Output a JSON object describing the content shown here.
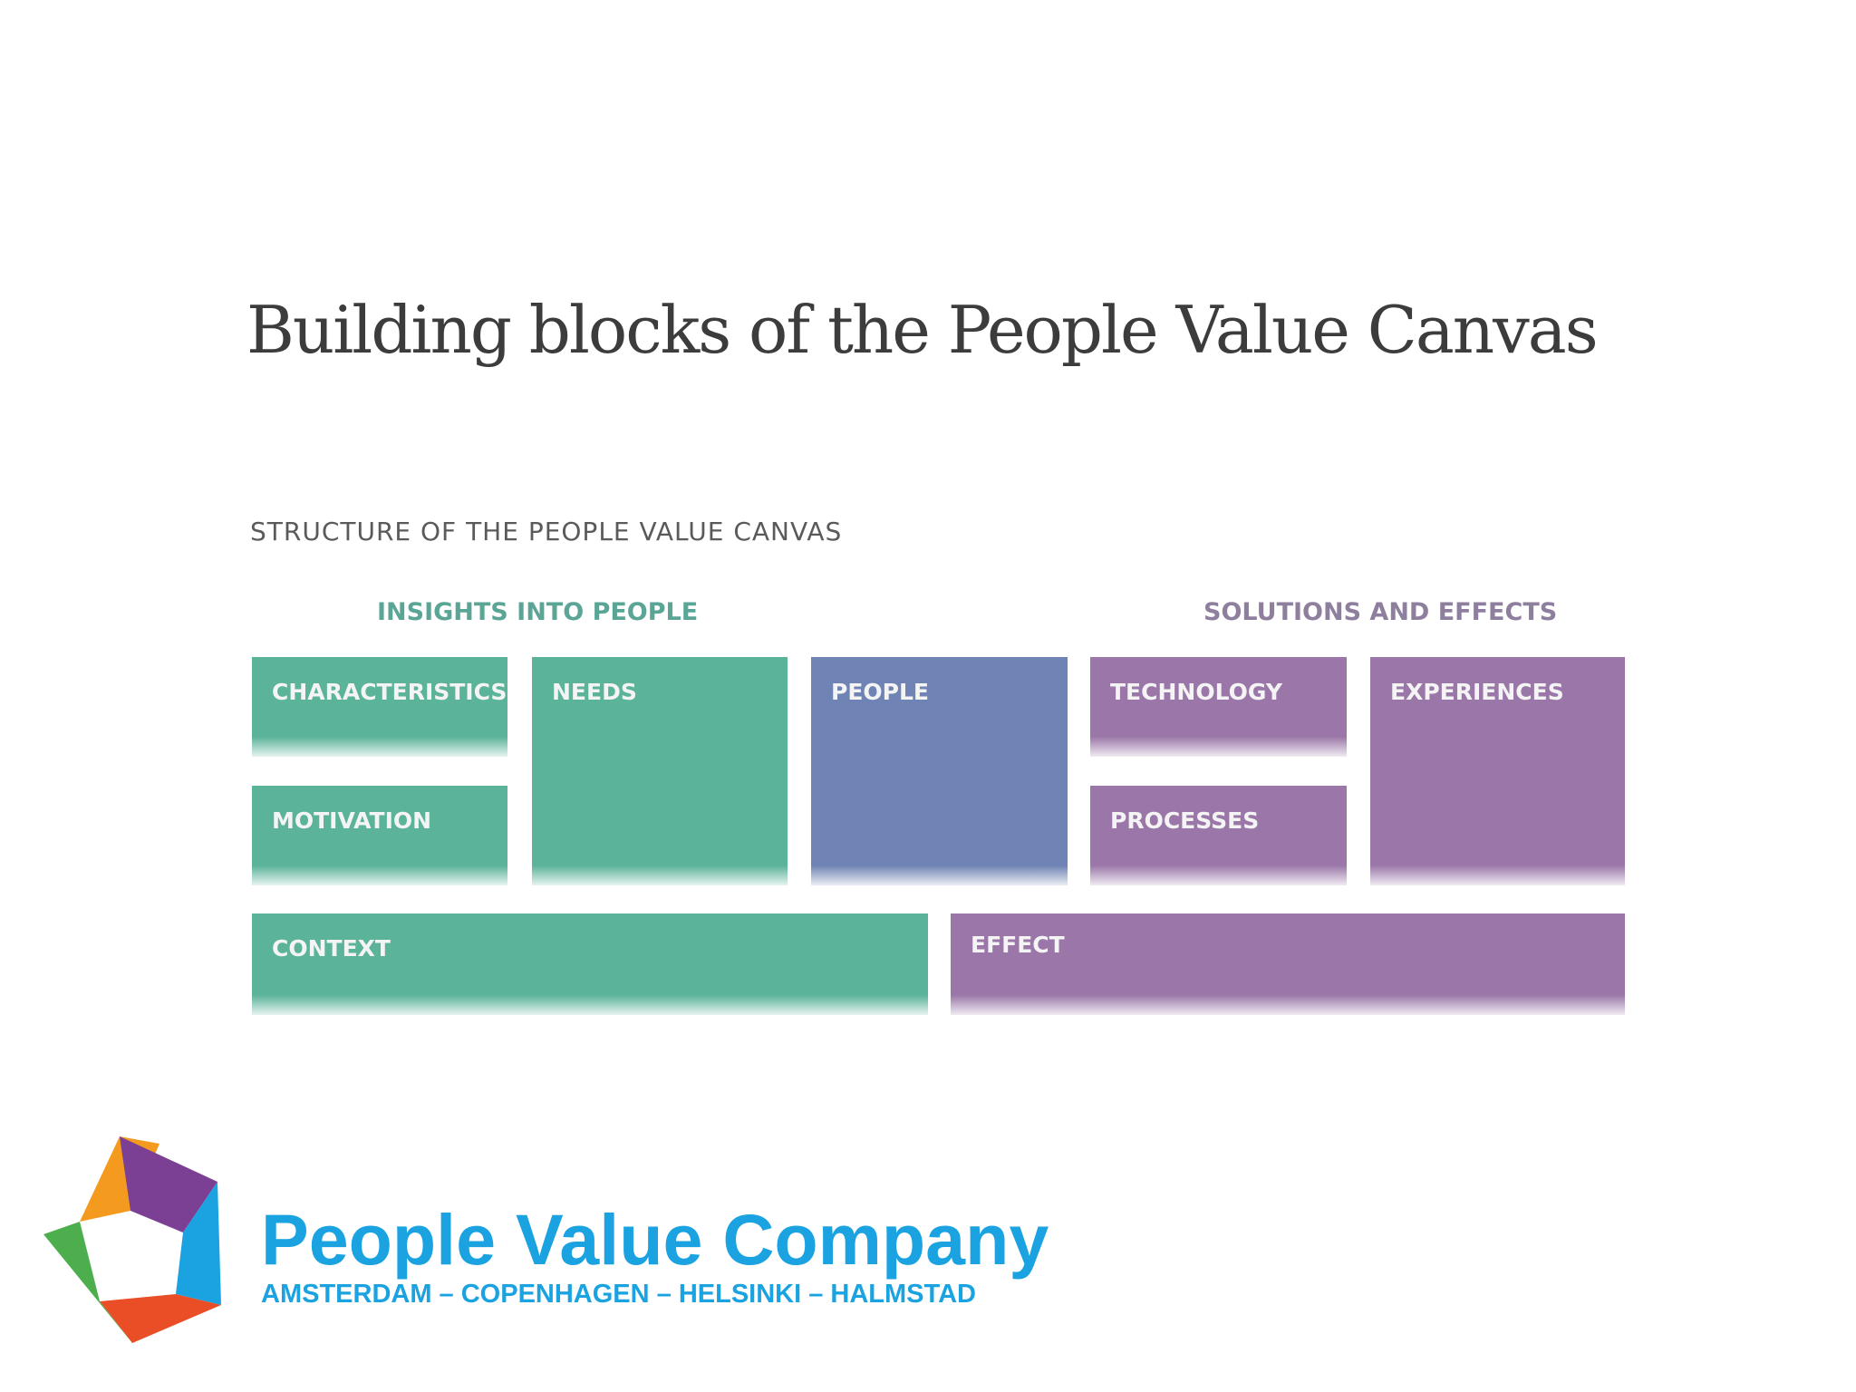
{
  "title": "Building blocks of the People Value Canvas",
  "structure_label": "STRUCTURE OF THE PEOPLE VALUE CANVAS",
  "groups": {
    "insights": "INSIGHTS INTO PEOPLE",
    "solutions": "SOLUTIONS AND EFFECTS"
  },
  "blocks": {
    "characteristics": "CHARACTERISTICS",
    "needs": "NEEDS",
    "people": "PEOPLE",
    "technology": "TECHNOLOGY",
    "experiences": "EXPERIENCES",
    "motivation": "MOTIVATION",
    "processes": "PROCESSES",
    "context": "CONTEXT",
    "effect": "EFFECT"
  },
  "colors": {
    "insights_green": "#5bb39a",
    "people_blue": "#6f84b4",
    "solutions_purple": "#9a77a8",
    "insights_label": "#5aa596",
    "solutions_label": "#8e7f9e",
    "brand_blue": "#1aa3e0"
  },
  "footer": {
    "company": "People Value Company",
    "cities": "AMSTERDAM – COPENHAGEN – HELSINKI – HALMSTAD",
    "logo_icon": "pentagon-logo-icon"
  }
}
